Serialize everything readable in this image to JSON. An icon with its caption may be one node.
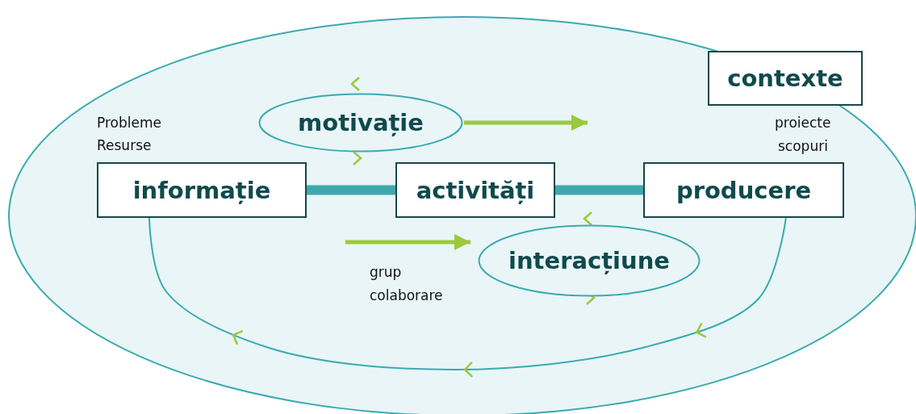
{
  "diagram": {
    "nodes": [
      {
        "text": [
          "contexte"
        ]
      },
      {
        "text": [
          "motivație"
        ]
      },
      {
        "text": [
          "informație"
        ],
        "beside": [
          "Probleme",
          "Resurse"
        ]
      },
      {
        "text": [
          "activități"
        ]
      },
      {
        "text": [
          "producere"
        ],
        "beside": [
          "proiecte",
          "scopuri"
        ]
      },
      {
        "text": [
          "interacțiune"
        ]
      }
    ],
    "edges": [
      {
        "from": 2,
        "to": 3,
        "arrow": "none",
        "style": "thick"
      },
      {
        "from": 3,
        "to": 4,
        "arrow": "none",
        "style": "thick"
      },
      {
        "from": 4,
        "to": 2,
        "arrow": "to"
      },
      {
        "from": 1,
        "to": null,
        "arrow": "to",
        "color": "#9bc93c"
      },
      {
        "from": null,
        "to": 5,
        "arrow": "to",
        "color": "#9bc93c"
      }
    ],
    "labels": [
      "grup",
      "colaborare"
    ]
  }
}
